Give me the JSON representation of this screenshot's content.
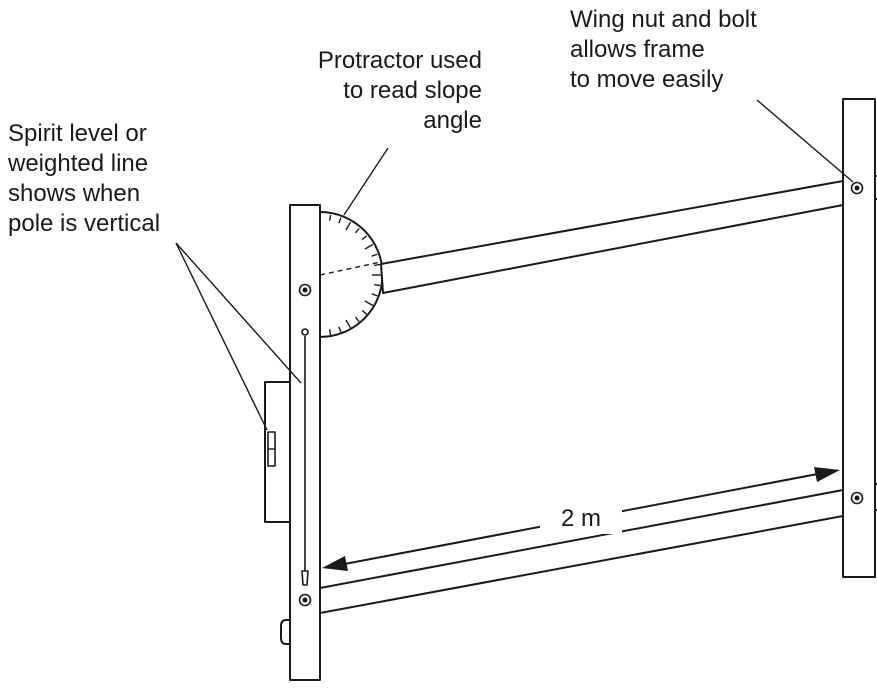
{
  "labels": {
    "spirit_level": [
      "Spirit level or",
      "weighted line",
      "shows when",
      "pole is vertical"
    ],
    "protractor": [
      "Protractor used",
      "to read slope",
      "angle"
    ],
    "wing_nut": [
      "Wing nut and bolt",
      "allows frame",
      "to move easily"
    ],
    "distance": "2 m"
  },
  "colors": {
    "line": "#1a1a1a",
    "background": "#ffffff"
  }
}
